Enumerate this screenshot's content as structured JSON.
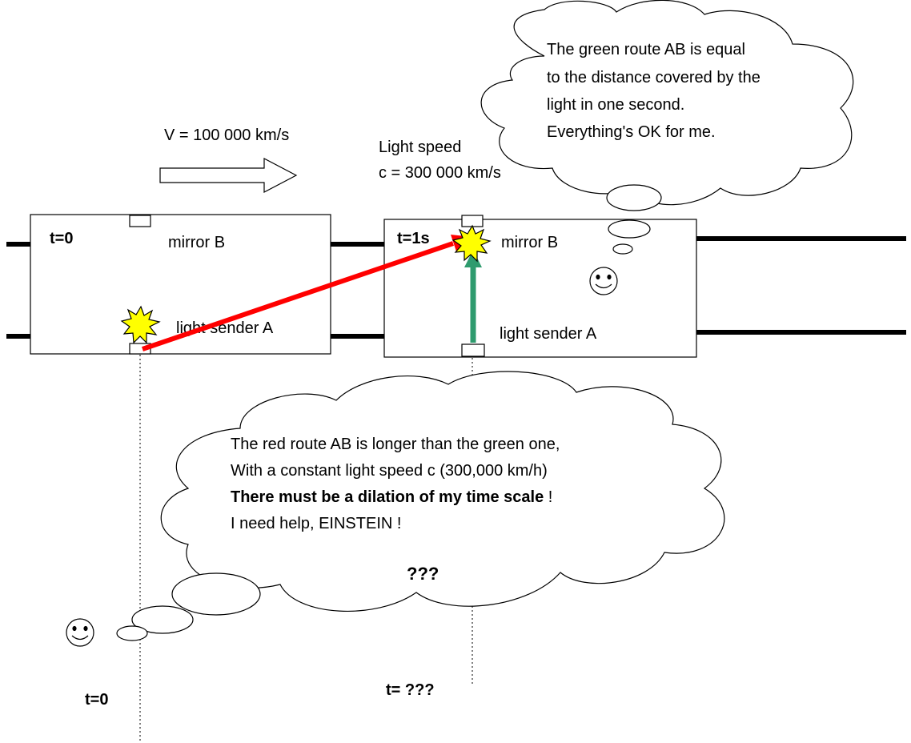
{
  "speed_label": "V = 100 000 km/s",
  "light_speed": {
    "line1": "Light speed",
    "line2": "c = 300 000 km/s"
  },
  "car_left": {
    "time_label": "t=0",
    "mirror_label": "mirror B",
    "sender_label": "light sender A"
  },
  "car_right": {
    "time_label": "t=1s",
    "mirror_label": "mirror B",
    "sender_label": "light sender A"
  },
  "thought_top": {
    "line1": "The green route AB is equal",
    "line2": "to the distance covered by the",
    "line3": "light in one second.",
    "line4": "Everything's OK for me."
  },
  "thought_bottom": {
    "line1": "The red route AB is longer than the green one,",
    "line2": "With a constant light speed c (300,000 km/h)",
    "line3_bold": "There must be a dilation of my time scale",
    "line3_tail": " !",
    "line4": "I need help, EINSTEIN !",
    "question": "???"
  },
  "observer_left_time": "t=0",
  "observer_right_time": "t= ???",
  "colors": {
    "red_route": "#ff0000",
    "green_route": "#2e9b6e",
    "flash_fill": "#ffff00"
  }
}
